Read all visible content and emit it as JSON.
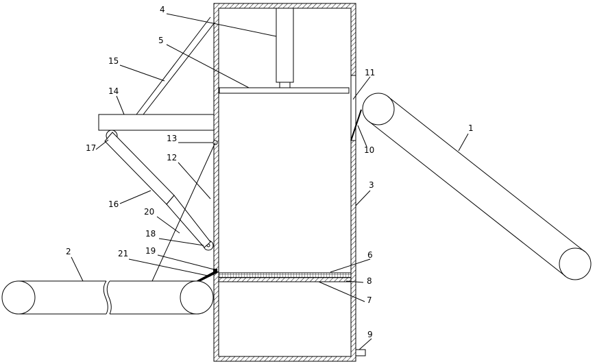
{
  "diagram": {
    "part_labels": [
      "1",
      "2",
      "3",
      "4",
      "5",
      "6",
      "7",
      "8",
      "9",
      "10",
      "11",
      "12",
      "13",
      "14",
      "15",
      "16",
      "17",
      "18",
      "19",
      "20",
      "21"
    ]
  }
}
